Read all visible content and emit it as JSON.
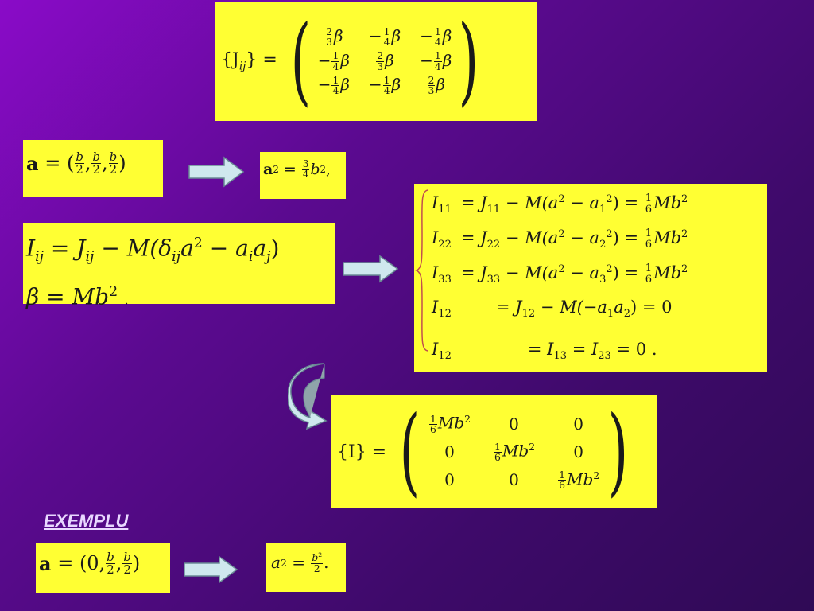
{
  "slide": {
    "example_label": "EXEMPLU",
    "colors": {
      "background_top": "#8a0bc8",
      "background_bottom": "#2f0a55",
      "box_fill": "#ffff33",
      "arrow_fill": "#cfe8ee"
    },
    "tensor_J": {
      "lhs": "{J",
      "lhs_sub": "ij",
      "lhs_close": "} =",
      "matrix": [
        [
          {
            "num": "2",
            "den": "3",
            "sign": "",
            "sym": "β"
          },
          {
            "num": "1",
            "den": "4",
            "sign": "−",
            "sym": "β"
          },
          {
            "num": "1",
            "den": "4",
            "sign": "−",
            "sym": "β"
          }
        ],
        [
          {
            "num": "1",
            "den": "4",
            "sign": "−",
            "sym": "β"
          },
          {
            "num": "2",
            "den": "3",
            "sign": "",
            "sym": "β"
          },
          {
            "num": "1",
            "den": "4",
            "sign": "−",
            "sym": "β"
          }
        ],
        [
          {
            "num": "1",
            "den": "4",
            "sign": "−",
            "sym": "β"
          },
          {
            "num": "1",
            "den": "4",
            "sign": "−",
            "sym": "β"
          },
          {
            "num": "2",
            "den": "3",
            "sign": "",
            "sym": "β"
          }
        ]
      ]
    },
    "vector_a": {
      "lhs": "a",
      "eq": "= (",
      "comp": "b",
      "den": "2",
      "sep": ",",
      "close": ")"
    },
    "a_squared": {
      "lhs": "a",
      "exp": "2",
      "eq": "=",
      "num": "3",
      "den": "4",
      "rhs": "b",
      "rhs_exp": "2",
      "tail": ","
    },
    "steiner": {
      "line1": {
        "lhs": "I",
        "lhs_sub": "ij",
        "eq": "= J",
        "sub2": "ij",
        "rest": "− M(δ",
        "sub3": "ij",
        "a": "a",
        "exp": "2",
        "minus": "− a",
        "sub4": "i",
        "a2": "a",
        "sub5": "j",
        "close": ")"
      },
      "line2": {
        "lhs": "β",
        "eq": "=",
        "rhs": "Mb",
        "exp": "2",
        "tail": "."
      }
    },
    "components": [
      {
        "lhs": "I",
        "sub": "11",
        "mid": "= J",
        "msub": "11",
        "rest": "− M(a",
        "e1": "2",
        "minus": "− a",
        "s1": "1",
        "e2": "2",
        "close": ") =",
        "num": "1",
        "den": "6",
        "tail": "Mb",
        "texp": "2"
      },
      {
        "lhs": "I",
        "sub": "22",
        "mid": "= J",
        "msub": "22",
        "rest": "− M(a",
        "e1": "2",
        "minus": "− a",
        "s1": "2",
        "e2": "2",
        "close": ") =",
        "num": "1",
        "den": "6",
        "tail": "Mb",
        "texp": "2"
      },
      {
        "lhs": "I",
        "sub": "33",
        "mid": "= J",
        "msub": "33",
        "rest": "− M(a",
        "e1": "2",
        "minus": "− a",
        "s1": "3",
        "e2": "2",
        "close": ") =",
        "num": "1",
        "den": "6",
        "tail": "Mb",
        "texp": "2"
      }
    ],
    "comp12": {
      "lhs": "I",
      "sub": "12",
      "mid": "= J",
      "msub": "12",
      "rest": "− M(−a",
      "s1": "1",
      "a": "a",
      "s2": "2",
      "close": ") = 0"
    },
    "comp_off": {
      "lhs": "I",
      "sub": "12",
      "mid": "= I",
      "s1": "13",
      "eq": "= I",
      "s2": "23",
      "tail": "= 0 ."
    },
    "tensor_I": {
      "lhs": "{I} =",
      "diag": {
        "num": "1",
        "den": "6",
        "tail": "Mb",
        "exp": "2"
      },
      "zero": "0"
    },
    "example": {
      "vector": {
        "lhs": "a",
        "eq": "= (0,",
        "comp": "b",
        "den": "2",
        "sep": ",",
        "close": ")"
      },
      "result": {
        "lhs": "a",
        "exp": "2",
        "eq": "=",
        "num": "b",
        "num_exp": "2",
        "den": "2",
        "tail": "."
      }
    }
  }
}
